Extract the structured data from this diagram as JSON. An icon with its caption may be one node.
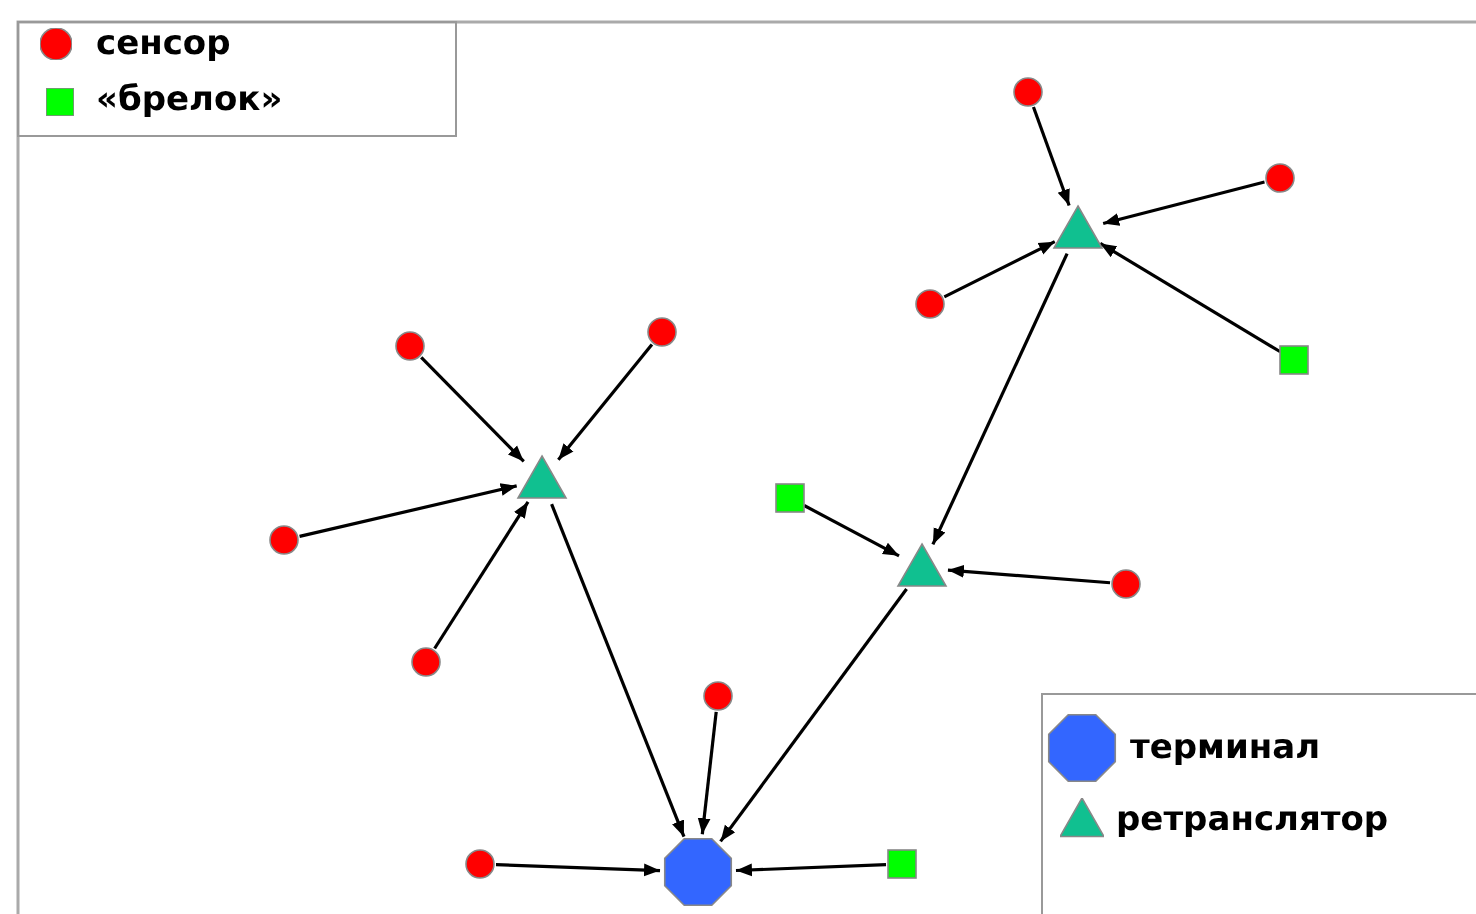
{
  "diagram": {
    "nodes": [
      {
        "text": [],
        "shape": "circle"
      },
      {
        "text": [],
        "shape": "circle"
      },
      {
        "text": [],
        "shape": "triangle"
      },
      {
        "text": [],
        "shape": "circle"
      },
      {
        "text": [],
        "shape": "circle"
      },
      {
        "text": [],
        "shape": "circle"
      },
      {
        "text": [],
        "shape": "box"
      },
      {
        "text": [],
        "shape": "triangle"
      },
      {
        "text": [],
        "shape": "box"
      },
      {
        "text": [],
        "shape": "circle"
      },
      {
        "text": [],
        "shape": "triangle"
      },
      {
        "text": [],
        "shape": "circle"
      },
      {
        "text": [],
        "shape": "circle"
      },
      {
        "text": [],
        "shape": "circle"
      },
      {
        "text": [],
        "shape": "circle"
      },
      {
        "text": [],
        "shape": "octagon"
      },
      {
        "text": [],
        "shape": "box"
      }
    ],
    "edges": [
      {
        "from": 0,
        "to": 2,
        "arrow": "to"
      },
      {
        "from": 1,
        "to": 2,
        "arrow": "to"
      },
      {
        "from": 3,
        "to": 2,
        "arrow": "to"
      },
      {
        "from": 6,
        "to": 2,
        "arrow": "to"
      },
      {
        "from": 5,
        "to": 7,
        "arrow": "to"
      },
      {
        "from": 4,
        "to": 7,
        "arrow": "to"
      },
      {
        "from": 9,
        "to": 7,
        "arrow": "to"
      },
      {
        "from": 12,
        "to": 7,
        "arrow": "to"
      },
      {
        "from": 8,
        "to": 10,
        "arrow": "to"
      },
      {
        "from": 11,
        "to": 10,
        "arrow": "to"
      },
      {
        "from": 2,
        "to": 10,
        "arrow": "to"
      },
      {
        "from": 7,
        "to": 15,
        "arrow": "to"
      },
      {
        "from": 10,
        "to": 15,
        "arrow": "to"
      },
      {
        "from": 13,
        "to": 15,
        "arrow": "to"
      },
      {
        "from": 14,
        "to": 15,
        "arrow": "to"
      },
      {
        "from": 16,
        "to": 15,
        "arrow": "to"
      }
    ],
    "legend": [
      {
        "text": "сенсор"
      },
      {
        "text": "«брелок»"
      },
      {
        "text": "терминал"
      },
      {
        "text": "ретранслятор"
      }
    ]
  }
}
